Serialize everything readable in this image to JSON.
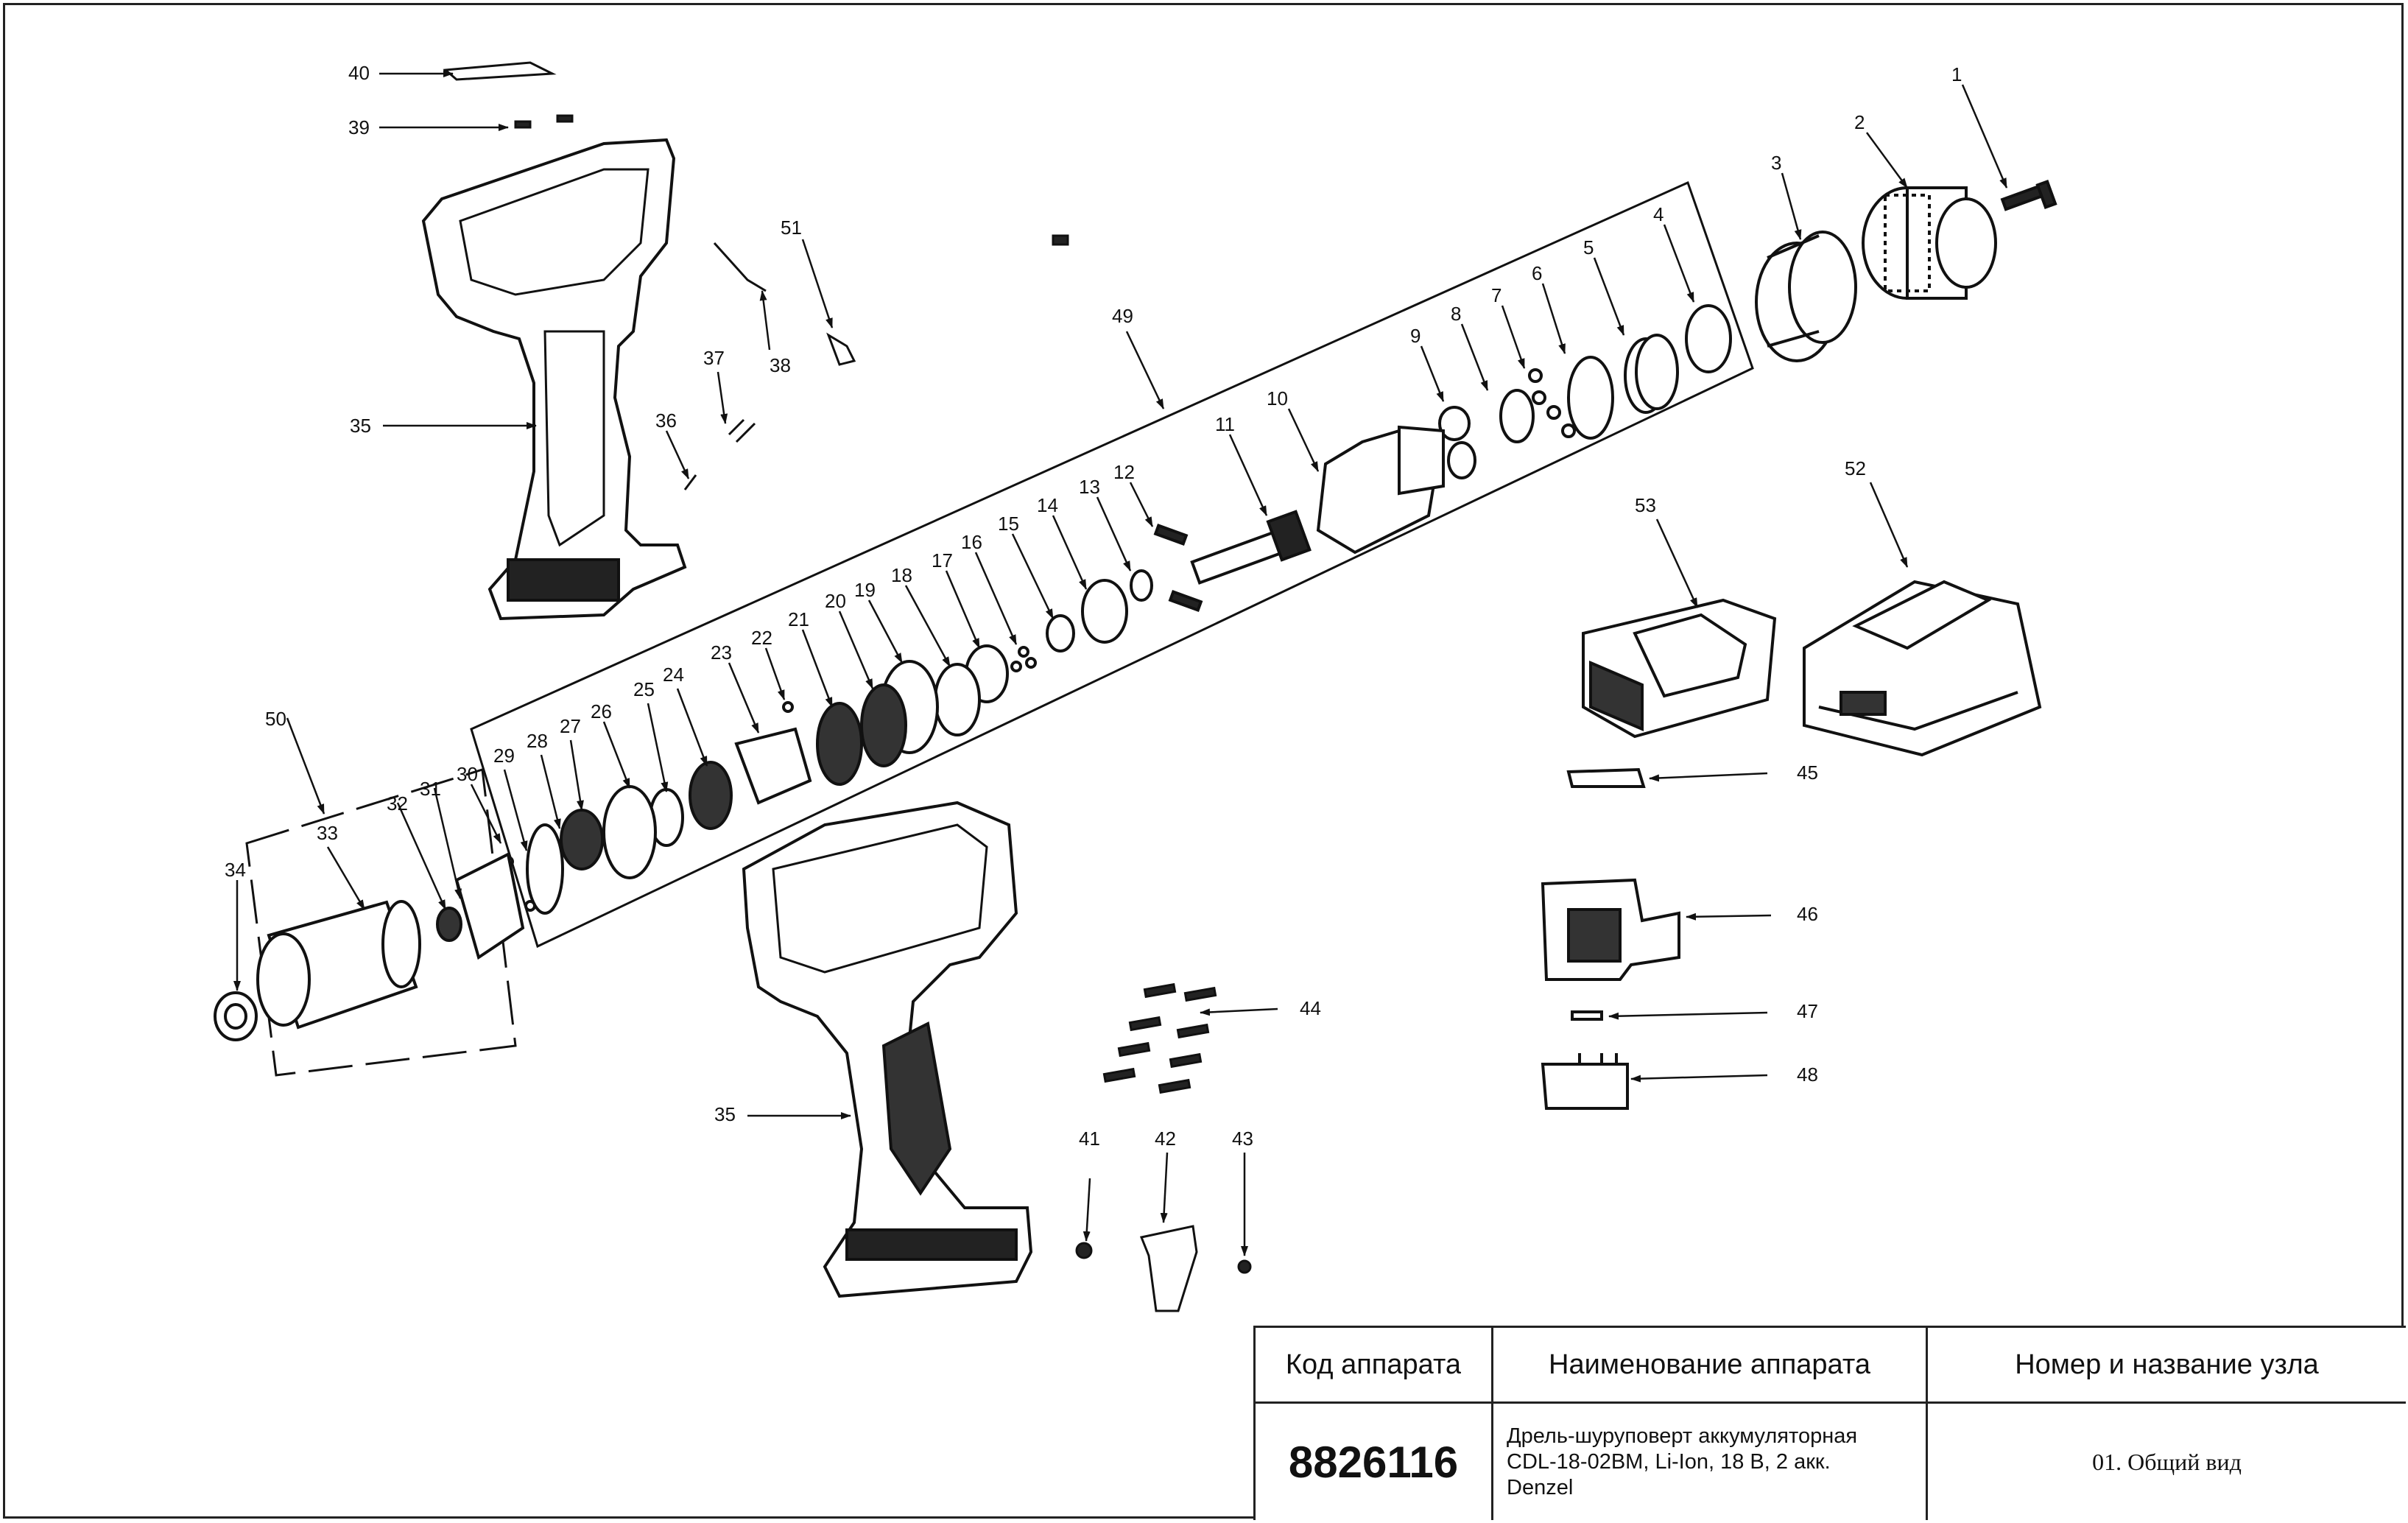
{
  "diagram": {
    "callouts": [
      "1",
      "2",
      "3",
      "4",
      "5",
      "6",
      "7",
      "8",
      "9",
      "10",
      "11",
      "12",
      "13",
      "14",
      "15",
      "16",
      "17",
      "18",
      "19",
      "20",
      "21",
      "22",
      "23",
      "24",
      "25",
      "26",
      "27",
      "28",
      "29",
      "30",
      "31",
      "32",
      "33",
      "34",
      "35",
      "35",
      "36",
      "37",
      "38",
      "39",
      "40",
      "41",
      "42",
      "43",
      "44",
      "45",
      "46",
      "47",
      "48",
      "49",
      "50",
      "51",
      "52",
      "53"
    ]
  },
  "title_block": {
    "col1_header": "Код аппарата",
    "col2_header": "Наименование аппарата",
    "col3_header": "Номер и название узла",
    "code": "8826116",
    "name": "Дрель-шуруповерт аккумуляторная\nCDL-18-02BM, Li-Ion, 18 В, 2 акк.\nDenzel",
    "node": "01. Общий вид"
  }
}
